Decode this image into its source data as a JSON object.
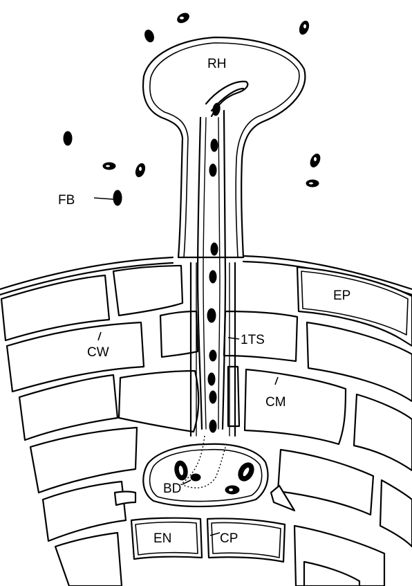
{
  "labels": {
    "rh": "RH",
    "fb": "FB",
    "ep": "EP",
    "cw": "CW",
    "its": "1TS",
    "cm": "CM",
    "bd": "BD",
    "en": "EN",
    "cp": "CP"
  }
}
